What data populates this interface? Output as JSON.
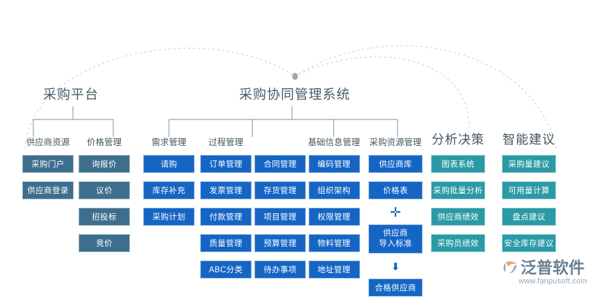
{
  "diagram": {
    "title_left": "采购平台",
    "title_center": "采购协同管理系统",
    "groups": [
      {
        "id": "supplier-resource",
        "header": "供应商资源",
        "style": "steel",
        "items": [
          "采购门户",
          "供应商登录"
        ]
      },
      {
        "id": "price-management",
        "header": "价格管理",
        "style": "steel",
        "items": [
          "询报价",
          "议价",
          "招投标",
          "竞价"
        ]
      },
      {
        "id": "demand-management",
        "header": "需求管理",
        "style": "blue",
        "items": [
          "请购",
          "库存补充",
          "采购计划"
        ]
      },
      {
        "id": "process-management-a",
        "header": "过程管理",
        "style": "blue",
        "items": [
          "订单管理",
          "发票管理",
          "付款管理",
          "质量管理",
          "ABC分类"
        ]
      },
      {
        "id": "process-management-b",
        "header": "",
        "style": "blue",
        "items": [
          "合同管理",
          "存货管理",
          "项目管理",
          "预算管理",
          "待办事项"
        ]
      },
      {
        "id": "basic-info-management",
        "header": "基础信息管理",
        "style": "blue",
        "items": [
          "编码管理",
          "组织架构",
          "权限管理",
          "物料管理",
          "地址管理"
        ]
      },
      {
        "id": "analysis-decision",
        "header": "分析决策",
        "style": "teal",
        "items": [
          "图表系统",
          "采购批量分析",
          "供应商绩效",
          "采购员绩效"
        ]
      },
      {
        "id": "intelligent-advice",
        "header": "智能建议",
        "style": "teal",
        "items": [
          "采购量建议",
          "可用量计算",
          "盘点建议",
          "安全库存建议"
        ]
      }
    ],
    "resource_group": {
      "id": "procurement-resource-management",
      "header": "采购资源管理",
      "style": "blue",
      "chip_1": "供应商库",
      "chip_2": "价格表",
      "plus_symbol": "✛",
      "chip_3_line1": "供应商",
      "chip_3_line2": "导入标准",
      "arrow_symbol": "⬇",
      "chip_4": "合格供应商"
    },
    "colors": {
      "steel": "#3d6e8d",
      "blue": "#1565c4",
      "teal": "#2a9aa6",
      "tree_line": "#8fa4b3",
      "arc_line": "#c3ced6",
      "header_text": "#46565f"
    }
  },
  "logo": {
    "brand": "泛普软件",
    "url": "www.fanpusoft.com"
  }
}
